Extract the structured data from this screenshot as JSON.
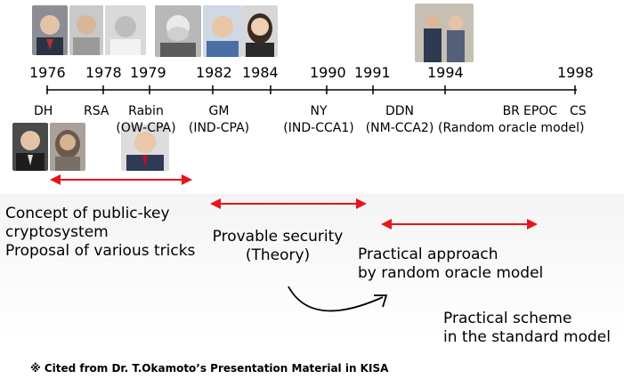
{
  "timeline": {
    "years": [
      {
        "id": "1976",
        "label": "1976"
      },
      {
        "id": "1978",
        "label": "1978"
      },
      {
        "id": "1979",
        "label": "1979"
      },
      {
        "id": "1982",
        "label": "1982"
      },
      {
        "id": "1984",
        "label": "1984"
      },
      {
        "id": "1990",
        "label": "1990"
      },
      {
        "id": "1991",
        "label": "1991"
      },
      {
        "id": "1994",
        "label": "1994"
      },
      {
        "id": "1998",
        "label": "1998"
      }
    ],
    "events": [
      {
        "id": "dh",
        "line1": "DH",
        "line2": ""
      },
      {
        "id": "rsa",
        "line1": "RSA",
        "line2": ""
      },
      {
        "id": "rabin",
        "line1": "Rabin",
        "line2": "(OW-CPA)"
      },
      {
        "id": "gm",
        "line1": "GM",
        "line2": "(IND-CPA)"
      },
      {
        "id": "ny",
        "line1": "NY",
        "line2": "(IND-CCA1)"
      },
      {
        "id": "ddn",
        "line1": "DDN",
        "line2": "(NM-CCA2)"
      },
      {
        "id": "br",
        "line1": "BR",
        "line2": "(Random oracle model)"
      },
      {
        "id": "epoc",
        "line1": "EPOC",
        "line2": ""
      },
      {
        "id": "cs",
        "line1": "CS",
        "line2": ""
      }
    ]
  },
  "phases": {
    "concept": {
      "line1": "Concept of public-key",
      "line2": "cryptosystem",
      "line3": "Proposal of various tricks"
    },
    "provable": {
      "line1": "Provable security",
      "line2": "(Theory)"
    },
    "practical": {
      "line1": "Practical approach",
      "line2": "by random oracle model"
    },
    "standard": {
      "line1": "Practical scheme",
      "line2": "in the standard model"
    }
  },
  "footnote": "※ Cited from Dr. T.Okamoto’s Presentation Material in KISA",
  "colors": {
    "arrow": "#e8141b",
    "axis": "#000000"
  }
}
